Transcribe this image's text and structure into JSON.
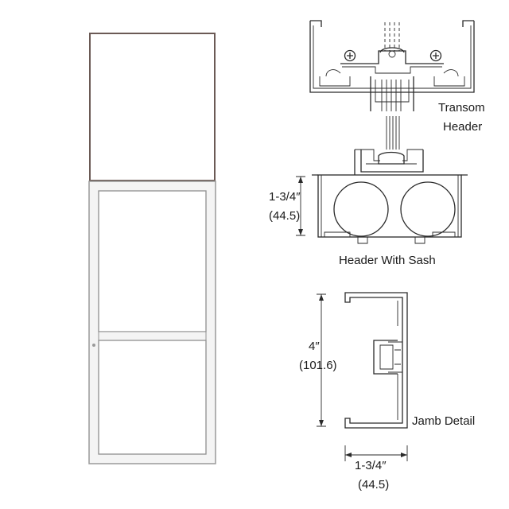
{
  "labels": {
    "transom_header_line1": "Transom",
    "transom_header_line2": "Header",
    "header_with_sash": "Header With Sash",
    "jamb_detail": "Jamb Detail"
  },
  "dimensions": {
    "header_height_fraction": "1-3/4″",
    "header_height_metric": "(44.5)",
    "jamb_depth_fraction": "4″",
    "jamb_depth_metric": "(101.6)",
    "jamb_width_fraction": "1-3/4″",
    "jamb_width_metric": "(44.5)"
  },
  "colors": {
    "line": "#2a2a2a",
    "frame_fill": "#f4f4f4",
    "frame_edge": "#9a9a9a",
    "transom_border": "#6b5a55"
  }
}
